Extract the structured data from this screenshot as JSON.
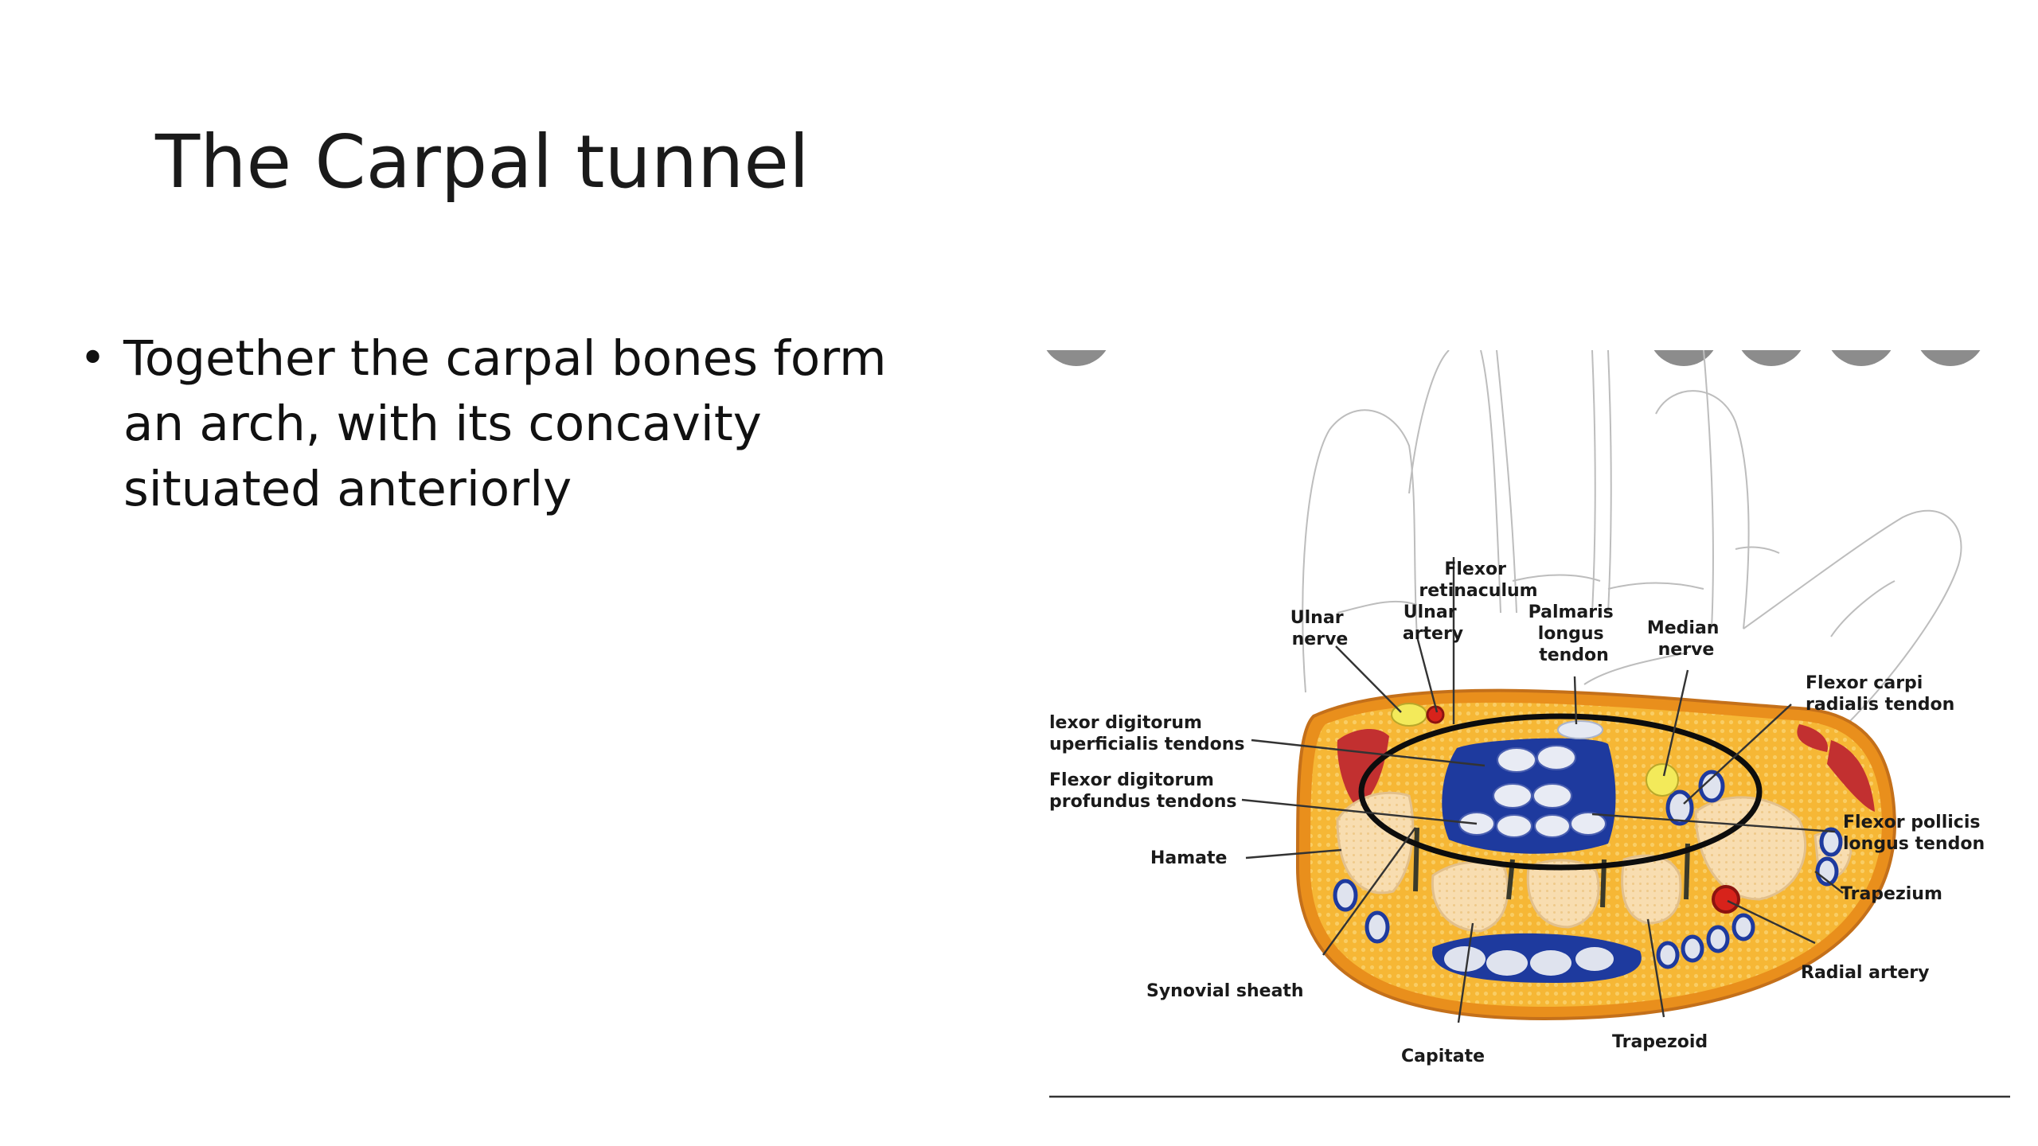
{
  "slide": {
    "title": "The Carpal tunnel",
    "bullets": [
      {
        "text": "Together the carpal bones form an arch, with its concavity situated anteriorly"
      }
    ]
  },
  "diagram": {
    "labels": {
      "flexor_retinaculum": [
        "Flexor",
        "retinaculum"
      ],
      "ulnar_nerve": [
        "Ulnar",
        "nerve"
      ],
      "ulnar_artery": [
        "Ulnar",
        "artery"
      ],
      "palmaris_longus_tendon": [
        "Palmaris",
        "longus",
        "tendon"
      ],
      "median_nerve": [
        "Median",
        "nerve"
      ],
      "flexor_carpi_radialis_tendon": [
        "Flexor carpi",
        "radialis tendon"
      ],
      "fds_tendons": [
        "lexor digitorum",
        "uperficialis tendons"
      ],
      "fdp_tendons": [
        "Flexor digitorum",
        "profundus tendons"
      ],
      "flexor_pollicis_longus_tendon": [
        "Flexor pollicis",
        "longus tendon"
      ],
      "hamate": "Hamate",
      "trapezium": "Trapezium",
      "radial_artery": "Radial artery",
      "synovial_sheath": "Synovial sheath",
      "capitate": "Capitate",
      "trapezoid": "Trapezoid"
    },
    "colors": {
      "fat": "#f6b735",
      "bone": "#f8ddb0",
      "sheath": "#1e3a9e",
      "nerve": "#f3ea5a",
      "artery": "#d7231b",
      "muscle": "#c23030"
    }
  }
}
